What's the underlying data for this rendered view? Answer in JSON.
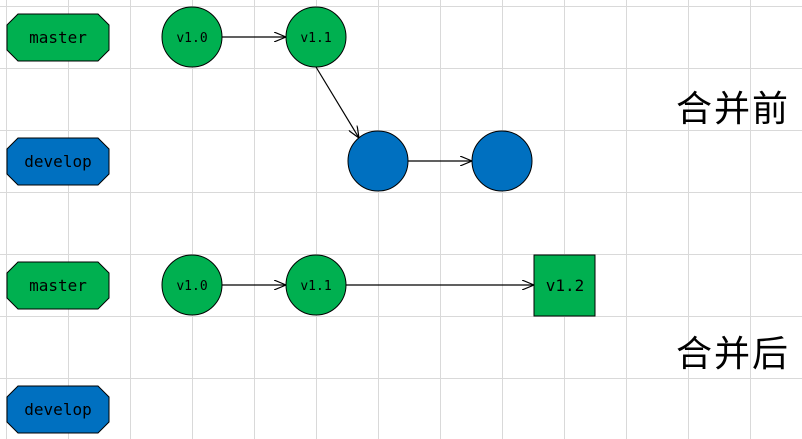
{
  "colors": {
    "green": "#00b050",
    "blue": "#0070c0",
    "stroke": "#000000"
  },
  "before": {
    "title": "合并前",
    "branch_master": "master",
    "branch_develop": "develop",
    "commit_1": "v1.0",
    "commit_2": "v1.1"
  },
  "after": {
    "title": "合并后",
    "branch_master": "master",
    "branch_develop": "develop",
    "commit_1": "v1.0",
    "commit_2": "v1.1",
    "merge_commit": "v1.2"
  }
}
